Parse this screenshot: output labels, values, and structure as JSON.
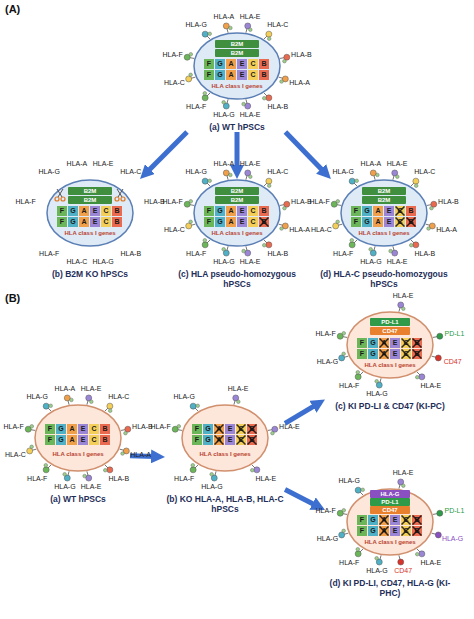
{
  "diagram": {
    "nodes": [
      {
        "text": [
          "HLA class I genes",
          "(a) WT hPSCs"
        ]
      },
      {
        "text": [
          "B2M"
        ],
        "in": 0
      },
      {
        "text": [
          "B2M"
        ],
        "in": 0
      },
      {
        "text": [
          "F",
          "G",
          "A",
          "E",
          "C",
          "B"
        ],
        "in": 0
      },
      {
        "text": [
          "F",
          "G",
          "A",
          "E",
          "C",
          "B"
        ],
        "in": 0
      },
      {
        "text": [
          "HLA class I genes",
          "(b) B2M KO hPSCs"
        ]
      },
      {
        "text": [
          "B2M"
        ],
        "in": 5
      },
      {
        "text": [
          "B2M"
        ],
        "in": 5
      },
      {
        "text": [
          "F",
          "G",
          "A",
          "E",
          "C",
          "B"
        ],
        "in": 5
      },
      {
        "text": [
          "F",
          "G",
          "A",
          "E",
          "C",
          "B"
        ],
        "in": 5
      },
      {
        "text": [
          "HLA class I genes",
          "(c) HLA pseudo-homozygous hPSCs"
        ]
      },
      {
        "text": [
          "B2M"
        ],
        "in": 10
      },
      {
        "text": [
          "B2M"
        ],
        "in": 10
      },
      {
        "text": [
          "F",
          "G",
          "A",
          "E",
          "C",
          "B"
        ],
        "in": 10
      },
      {
        "text": [
          "F",
          "G",
          "A",
          "E",
          "C",
          "B"
        ],
        "in": 10
      },
      {
        "text": [
          "HLA class I genes",
          "(d) HLA-C pseudo-homozygous hPSCs"
        ]
      },
      {
        "text": [
          "B2M"
        ],
        "in": 15
      },
      {
        "text": [
          "B2M"
        ],
        "in": 15
      },
      {
        "text": [
          "F",
          "G",
          "A",
          "E",
          "C",
          "B"
        ],
        "in": 15
      },
      {
        "text": [
          "F",
          "G",
          "A",
          "E",
          "C",
          "B"
        ],
        "in": 15
      },
      {
        "text": [
          "HLA class I genes",
          "(a) WT hPSCs"
        ]
      },
      {
        "text": [
          "F",
          "G",
          "A",
          "E",
          "C",
          "B"
        ],
        "in": 20
      },
      {
        "text": [
          "F",
          "G",
          "A",
          "E",
          "C",
          "B"
        ],
        "in": 20
      },
      {
        "text": [
          "HLA class I genes",
          "(b) KO HLA-A, HLA-B, HLA-C hPSCs"
        ]
      },
      {
        "text": [
          "F",
          "G",
          "A",
          "E",
          "C",
          "B"
        ],
        "in": 23
      },
      {
        "text": [
          "F",
          "G",
          "A",
          "E",
          "C",
          "B"
        ],
        "in": 23
      },
      {
        "text": [
          "HLA class I genes",
          "(c) KI PD-LI & CD47 (KI-PC)"
        ]
      },
      {
        "text": [
          "PD-L1"
        ],
        "in": 26
      },
      {
        "text": [
          "CD47"
        ],
        "in": 26
      },
      {
        "text": [
          "F",
          "G",
          "A",
          "E",
          "C",
          "B"
        ],
        "in": 26
      },
      {
        "text": [
          "F",
          "G",
          "A",
          "E",
          "C",
          "B"
        ],
        "in": 26
      },
      {
        "text": [
          "HLA class I genes",
          "(d) KI PD-LI, CD47, HLA-G (KI-PHC)"
        ]
      },
      {
        "text": [
          "HLA-G"
        ],
        "in": 31
      },
      {
        "text": [
          "PD-L1"
        ],
        "in": 31
      },
      {
        "text": [
          "CD47"
        ],
        "in": 31
      },
      {
        "text": [
          "F",
          "G",
          "A",
          "E",
          "C",
          "B"
        ],
        "in": 31
      },
      {
        "text": [
          "F",
          "G",
          "A",
          "E",
          "C",
          "B"
        ],
        "in": 31
      }
    ],
    "edges": [
      {
        "from": 0,
        "to": 5,
        "arrow": "to"
      },
      {
        "from": 0,
        "to": 10,
        "arrow": "to"
      },
      {
        "from": 0,
        "to": 15,
        "arrow": "to"
      },
      {
        "from": 20,
        "to": 23,
        "arrow": "to"
      },
      {
        "from": 23,
        "to": 26,
        "arrow": "to"
      },
      {
        "from": 23,
        "to": 31,
        "arrow": "to"
      }
    ],
    "labels": [
      "(A)",
      "HLA-G",
      "HLA-A",
      "HLA-E",
      "HLA-C",
      "HLA-F",
      "HLA-B",
      "HLA-C",
      "HLA-A",
      "HLA-F",
      "HLA-G",
      "HLA-E",
      "HLA-B",
      "HLA-G",
      "HLA-A",
      "HLA-E",
      "HLA-C",
      "HLA-F",
      "HLA-B",
      "HLA-F",
      "HLA-C",
      "HLA-G",
      "HLA-B",
      "HLA-G",
      "HLA-A",
      "HLA-E",
      "HLA-C",
      "HLA-F",
      "HLA-B",
      "HLA-C",
      "HLA-A",
      "HLA-F",
      "HLA-G",
      "HLA-E",
      "HLA-B",
      "HLA-G",
      "HLA-A",
      "HLA-E",
      "HLA-C",
      "HLA-F",
      "HLA-B",
      "HLA-C",
      "HLA-A",
      "HLA-F",
      "HLA-G",
      "HLA-E",
      "HLA-B",
      "(B)",
      "HLA-G",
      "HLA-A",
      "HLA-E",
      "HLA-C",
      "HLA-F",
      "HLA-B",
      "HLA-C",
      "HLA-A",
      "HLA-F",
      "HLA-G",
      "HLA-E",
      "HLA-B",
      "HLA-G",
      "HLA-E",
      "HLA-F",
      "HLA-E",
      "HLA-F",
      "HLA-G",
      "HLA-E",
      "HLA-E",
      "HLA-F",
      "PD-L1",
      "HLA-G",
      "CD47",
      "HLA-F",
      "HLA-G",
      "HLA-E",
      "HLA-G",
      "HLA-E",
      "HLA-F",
      "PD-L1",
      "HLA-G",
      "HLA-G",
      "HLA-F",
      "HLA-G",
      "CD47",
      "HLA-E"
    ]
  }
}
